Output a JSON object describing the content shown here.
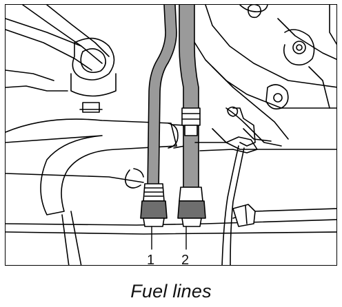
{
  "caption": "Fuel lines",
  "callouts": [
    {
      "label": "1"
    },
    {
      "label": "2"
    }
  ],
  "colors": {
    "line": "#000000",
    "shade": "#9a9a9a",
    "dark_shade": "#6e6e6e",
    "background": "#ffffff"
  }
}
